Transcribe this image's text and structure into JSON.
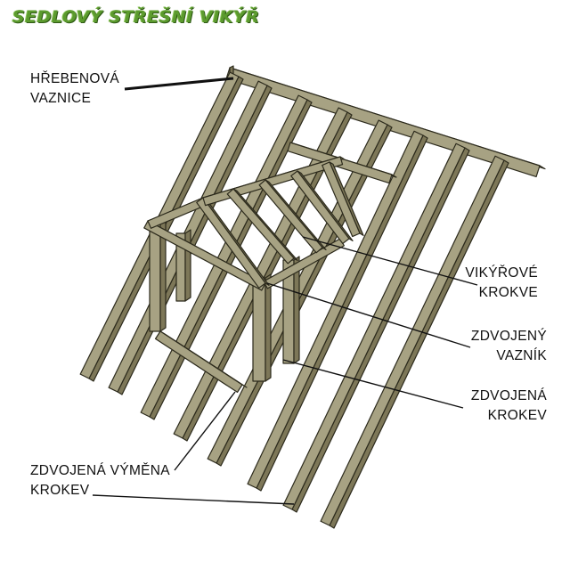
{
  "title": "SEDLOVÝ STŘEŠNÍ VIKÝŘ",
  "labels": {
    "hrebenova": {
      "line1": "HŘEBENOVÁ",
      "line2": "VAZNICE"
    },
    "vikyrove": {
      "line1": "VIKÝŘOVÉ",
      "line2": "KROKVE"
    },
    "zdvojeny": {
      "line1": "ZDVOJENÝ",
      "line2": "VAZNÍK"
    },
    "zdvojena": {
      "line1": "ZDVOJENÁ",
      "line2": "KROKEV"
    },
    "vymena": {
      "line1": "ZDVOJENÁ VÝMĚNA",
      "line2": "KROKEV"
    }
  },
  "colors": {
    "timber_face": "#a7a283",
    "timber_side": "#7d7758",
    "timber_edge": "#2c2a1c",
    "leader": "#111111",
    "title": "#5c9b2e"
  }
}
